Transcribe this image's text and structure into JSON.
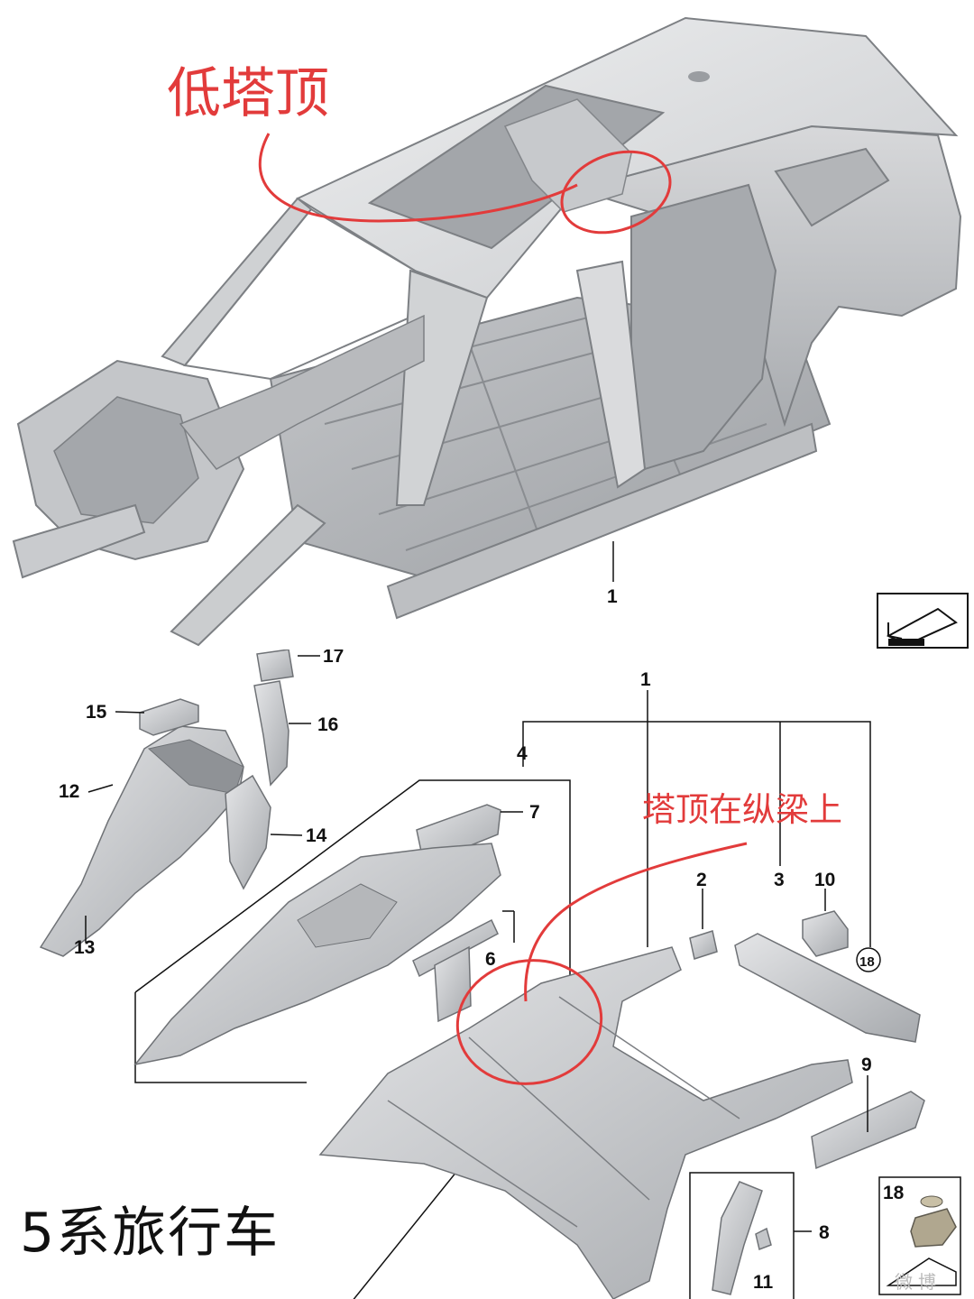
{
  "top": {
    "annotation": "低塔顶",
    "part_number": "1"
  },
  "bottom": {
    "annotation": "塔顶在纵梁上",
    "caption": "5系旅行车",
    "part_labels": {
      "p1": "1",
      "p2": "2",
      "p3": "3",
      "p4": "4",
      "p6": "6",
      "p7": "7",
      "p8": "8",
      "p9": "9",
      "p10": "10",
      "p11": "11",
      "p12": "12",
      "p13": "13",
      "p14": "14",
      "p15": "15",
      "p16": "16",
      "p17": "17",
      "p18": "18",
      "p18b": "18"
    }
  },
  "watermark": "微博",
  "colors": {
    "annotation_red": "#e23b3b",
    "metal_light": "#d9dadc",
    "metal_mid": "#b8babd",
    "metal_dark": "#8c8f93"
  }
}
